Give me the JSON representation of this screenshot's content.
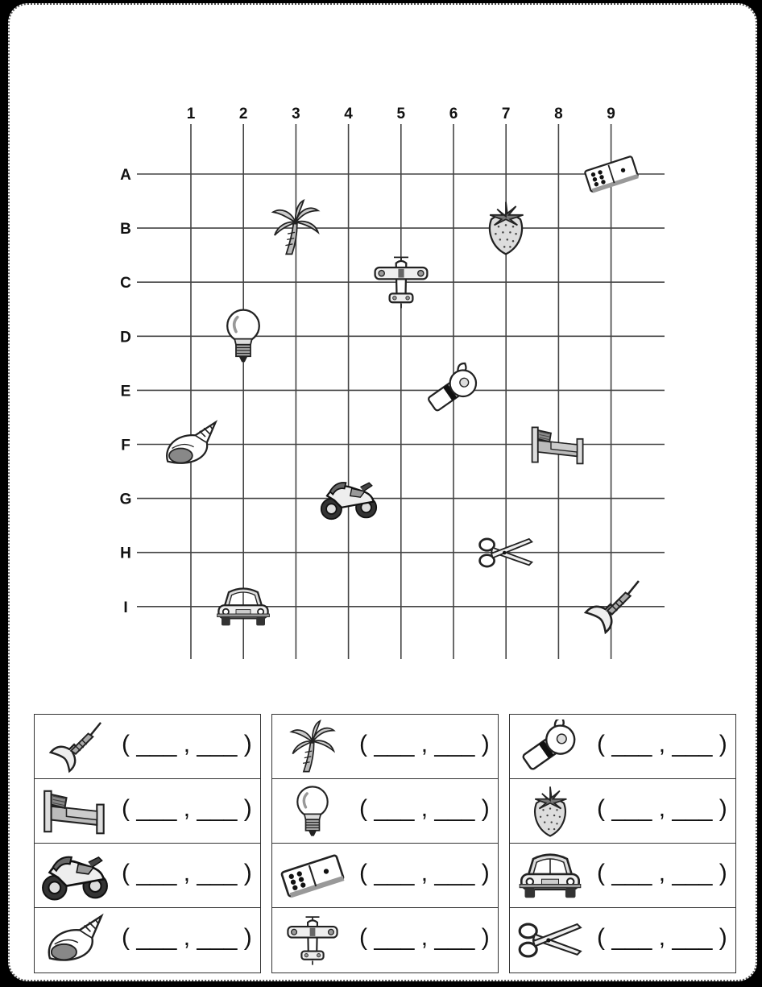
{
  "columns": [
    "1",
    "2",
    "3",
    "4",
    "5",
    "6",
    "7",
    "8",
    "9"
  ],
  "rows": [
    "A",
    "B",
    "C",
    "D",
    "E",
    "F",
    "G",
    "H",
    "I"
  ],
  "grid_items": [
    {
      "name": "domino",
      "col": 9,
      "row": "A"
    },
    {
      "name": "palm-tree",
      "col": 3,
      "row": "B"
    },
    {
      "name": "strawberry",
      "col": 7,
      "row": "B"
    },
    {
      "name": "airplane",
      "col": 5,
      "row": "C"
    },
    {
      "name": "light-bulb",
      "col": 2,
      "row": "D"
    },
    {
      "name": "whistle",
      "col": 6,
      "row": "E"
    },
    {
      "name": "shell",
      "col": 1,
      "row": "F"
    },
    {
      "name": "bed",
      "col": 8,
      "row": "F"
    },
    {
      "name": "motorcycle",
      "col": 4,
      "row": "G"
    },
    {
      "name": "scissors",
      "col": 7,
      "row": "H"
    },
    {
      "name": "car",
      "col": 2,
      "row": "I"
    },
    {
      "name": "dart",
      "col": 9,
      "row": "I"
    }
  ],
  "answer_template": "( ___ , ___ )",
  "answer_boxes": [
    [
      "dart",
      "bed",
      "motorcycle",
      "shell"
    ],
    [
      "palm-tree",
      "light-bulb",
      "domino",
      "airplane"
    ],
    [
      "whistle",
      "strawberry",
      "car",
      "scissors"
    ]
  ],
  "colors": {
    "line": "#444",
    "ink": "#111",
    "paper": "#ffffff",
    "frame": "#000000"
  }
}
